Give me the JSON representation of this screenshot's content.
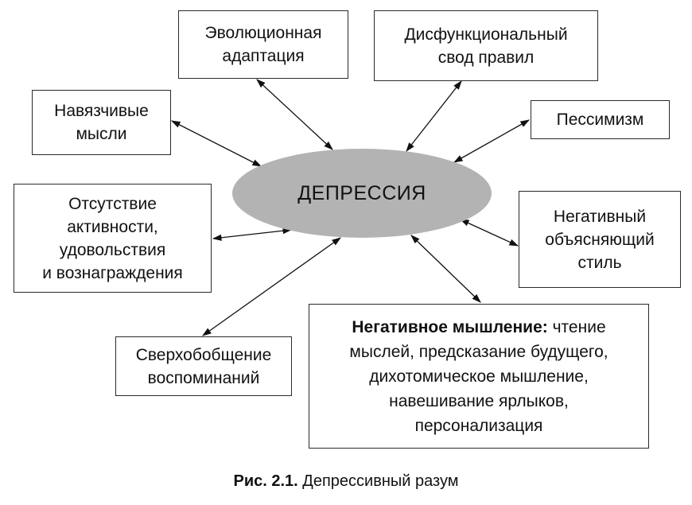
{
  "center": {
    "label": "ДЕПРЕССИЯ"
  },
  "nodes": {
    "evolution": {
      "lines": [
        "Эволюционная",
        "адаптация"
      ]
    },
    "dysfunctional_rules": {
      "lines": [
        "Дисфункциональный",
        "свод правил"
      ]
    },
    "obsessive_thoughts": {
      "lines": [
        "Навязчивые",
        "мысли"
      ]
    },
    "pessimism": {
      "lines": [
        "Пессимизм"
      ]
    },
    "lack_of_activity": {
      "lines": [
        "Отсутствие",
        "активности,",
        "удовольствия",
        "и вознаграждения"
      ]
    },
    "negative_style": {
      "lines": [
        "Негативный",
        "объясняющий",
        "стиль"
      ]
    },
    "overgeneralization": {
      "lines": [
        "Сверхобобщение",
        "воспоминаний"
      ]
    },
    "negative_thinking": {
      "heading": "Негативное мышление:",
      "lines": [
        "чтение",
        "мыслей, предсказание будущего,",
        "дихотомическое мышление,",
        "навешивание ярлыков,",
        "персонализация"
      ]
    }
  },
  "caption": {
    "label": "Рис. 2.1.",
    "text": "Депрессивный разум"
  }
}
